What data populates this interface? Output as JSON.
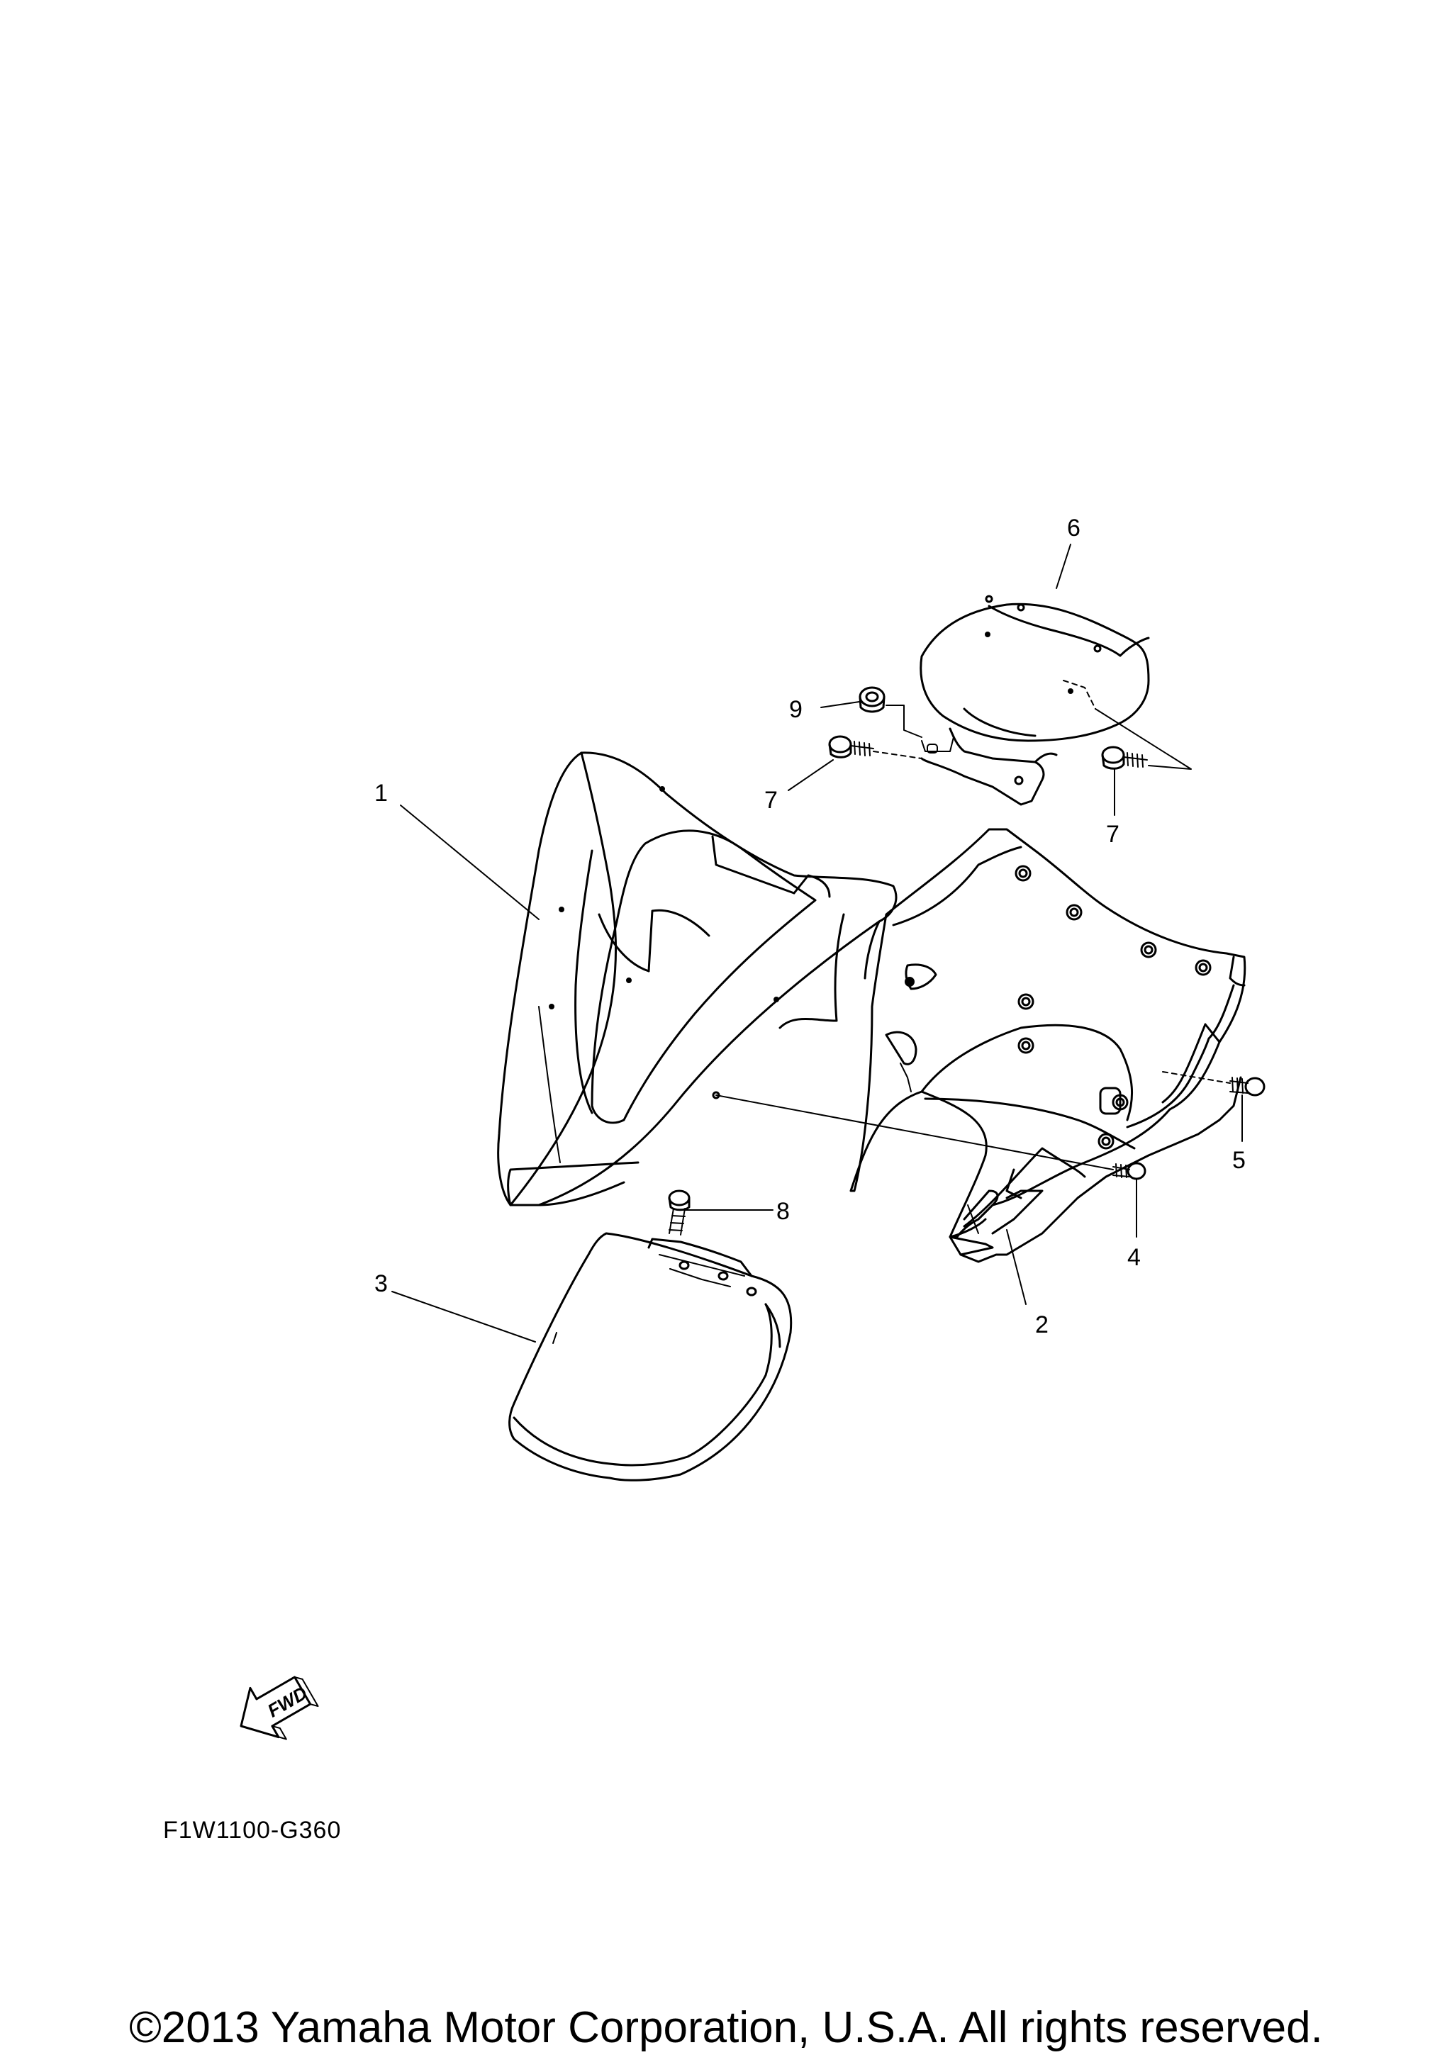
{
  "callouts": [
    {
      "id": "1",
      "label": "1"
    },
    {
      "id": "2",
      "label": "2"
    },
    {
      "id": "3",
      "label": "3"
    },
    {
      "id": "4",
      "label": "4"
    },
    {
      "id": "5",
      "label": "5"
    },
    {
      "id": "6",
      "label": "6"
    },
    {
      "id": "7a",
      "label": "7"
    },
    {
      "id": "7b",
      "label": "7"
    },
    {
      "id": "8",
      "label": "8"
    },
    {
      "id": "9",
      "label": "9"
    }
  ],
  "direction_badge": "FWD",
  "drawing_code": "F1W1100-G360",
  "copyright": "©2013 Yamaha Motor Corporation, U.S.A. All rights reserved."
}
